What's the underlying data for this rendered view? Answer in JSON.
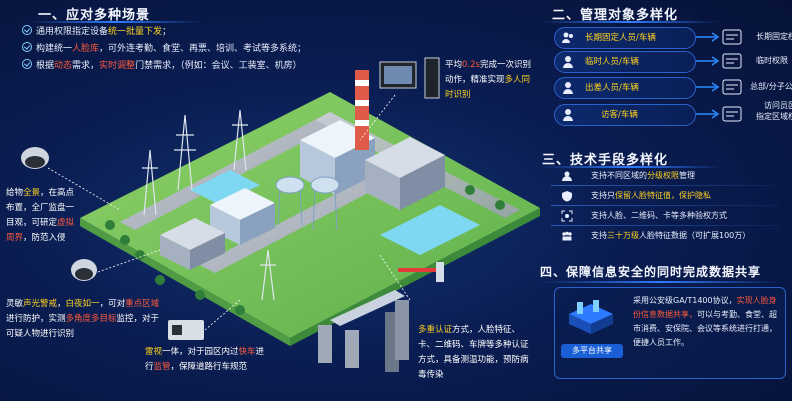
{
  "section1": {
    "title": "一、应对多种场景",
    "bullets": [
      {
        "pre": "通用权限指定设备",
        "hl": "统一批量下发",
        "post": "；"
      },
      {
        "pre": "构建统一",
        "hl": "人脸库",
        "post": "，可外连考勤、食堂、再票、培训、考试等多系统；"
      },
      {
        "pre": "根据",
        "hl": "动态",
        "mid": "需求，",
        "hl2": "实时调整",
        "post": "门禁需求，（例如：会议、工装室、机房）"
      }
    ]
  },
  "section2": {
    "title": "二、管理对象多样化",
    "rows": [
      {
        "left": "长期固定人员/车辆",
        "right": "长期固定权限"
      },
      {
        "left": "临时人员/车辆",
        "right": "临时权限"
      },
      {
        "left": "出差人员/车辆",
        "right": "总部/分子公司权限"
      },
      {
        "left": "访客/车辆",
        "right": "访问员区\n指定区域权限"
      }
    ]
  },
  "section3": {
    "title": "三、技术手段多样化",
    "rows": [
      {
        "pre": "支持不同区域的",
        "hl": "分级权限",
        "post": "管理"
      },
      {
        "pre": "支持只",
        "hl": "保留人脸特征值，保护隐私",
        "post": ""
      },
      {
        "pre": "支持人脸、二维码、卡等多种验权方式",
        "hl": "",
        "post": ""
      },
      {
        "pre": "支持",
        "hl": "三十万级",
        "post": "人脸特征数据（可扩展100万）"
      }
    ]
  },
  "section4": {
    "title": "四、保障信息安全的同时完成数据共享",
    "badge": "多平台共享",
    "text_pre": "采用公安级GA/T1400协议，",
    "text_hl": "实现人脸身份信息数据共享，",
    "text_post": "可以与考勤、食堂、超市消费、安保院、会议等系统进行打通，便捷人员工作。"
  },
  "annotations": {
    "cam1": {
      "pre": "给物",
      "hl": "全景",
      "mid": "，在高点布置，全厂监盘一目观，可研定",
      "hl2": "虚拟周界",
      "post": "，防范入侵"
    },
    "cam2": {
      "pre": "灵敏",
      "hl": "声光警戒",
      "mid": "，",
      "hl2": "白夜如一",
      "mid2": "，可对",
      "hl3": "重点区域",
      "mid3": "进行防护，实测",
      "hl4": "多角度多目标",
      "post": "监控，对于可疑人物进行识别"
    },
    "cam3": {
      "hl": "雷视",
      "mid": "一体，对于园区内过",
      "hl2": "快车",
      "mid2": "进行",
      "hl3": "监管",
      "post": "，保障道路行车规范"
    },
    "screen": {
      "pre": "平均",
      "hl": "0.2s",
      "mid": "完成一次识别动作，精准实现",
      "hl2": "多人同时识别",
      "post": ""
    },
    "gate": {
      "hl": "多重认证",
      "mid": "方式，人脸特征、卡、二维码、车牌等多种认证方式，",
      "post": "具备测温功能，预防病毒传染"
    }
  },
  "colors": {
    "accent": "#ffd21f",
    "highlight": "#ff5a3c",
    "border": "#2b62c9",
    "bg": "#071642"
  }
}
